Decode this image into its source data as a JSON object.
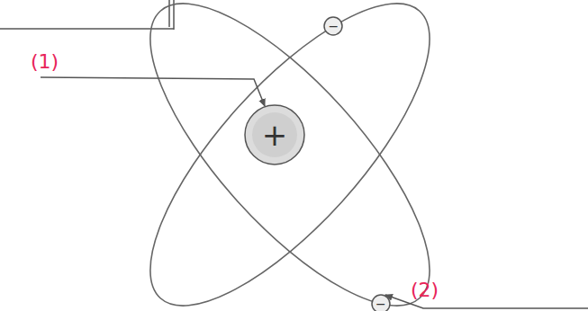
{
  "diagram": {
    "nodes": [
      {
        "text": [
          "+"
        ]
      },
      {
        "text": [
          "−"
        ]
      },
      {
        "text": [
          "−"
        ]
      }
    ],
    "labels": [
      "(1)",
      "(2)"
    ]
  }
}
